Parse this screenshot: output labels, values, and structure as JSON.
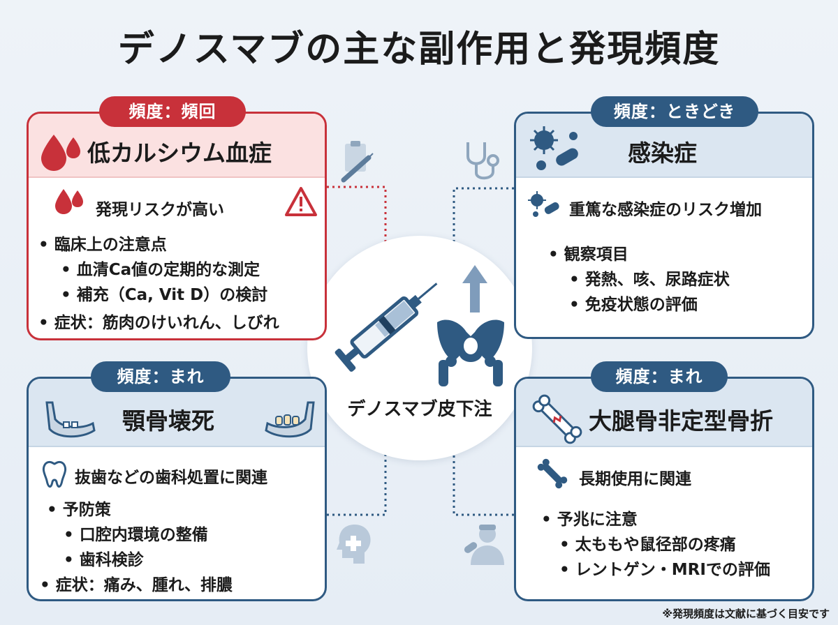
{
  "title": "デノスマブの主な副作用と発現頻度",
  "center": {
    "label": "デノスマブ皮下注"
  },
  "cards": {
    "hypocalcemia": {
      "frequency": "頻度：頻回",
      "title": "低カルシウム血症",
      "risk": "発現リスクが高い",
      "point1": "臨床上の注意点",
      "sub1": "血清Ca値の定期的な測定",
      "sub2": "補充（Ca, Vit D）の検討",
      "symptoms": "症状：筋肉のけいれん、しびれ",
      "accent": "#c8313a"
    },
    "infection": {
      "frequency": "頻度：ときどき",
      "title": "感染症",
      "risk": "重篤な感染症のリスク増加",
      "point1": "観察項目",
      "sub1": "発熱、咳、尿路症状",
      "sub2": "免疫状態の評価",
      "accent": "#2f5a82"
    },
    "onj": {
      "frequency": "頻度：まれ",
      "title": "顎骨壊死",
      "risk": "抜歯などの歯科処置に関連",
      "point1": "予防策",
      "sub1": "口腔内環境の整備",
      "sub2": "歯科検診",
      "symptoms": "症状：痛み、腫れ、排膿",
      "accent": "#2f5a82"
    },
    "femur": {
      "frequency": "頻度：まれ",
      "title": "大腿骨非定型骨折",
      "risk": "長期使用に関連",
      "point1": "予兆に注意",
      "sub1": "太ももや鼠径部の疼痛",
      "sub2": "レントゲン・MRIでの評価",
      "accent": "#2f5a82"
    }
  },
  "footnote": "※発現頻度は文献に基づく目安です"
}
